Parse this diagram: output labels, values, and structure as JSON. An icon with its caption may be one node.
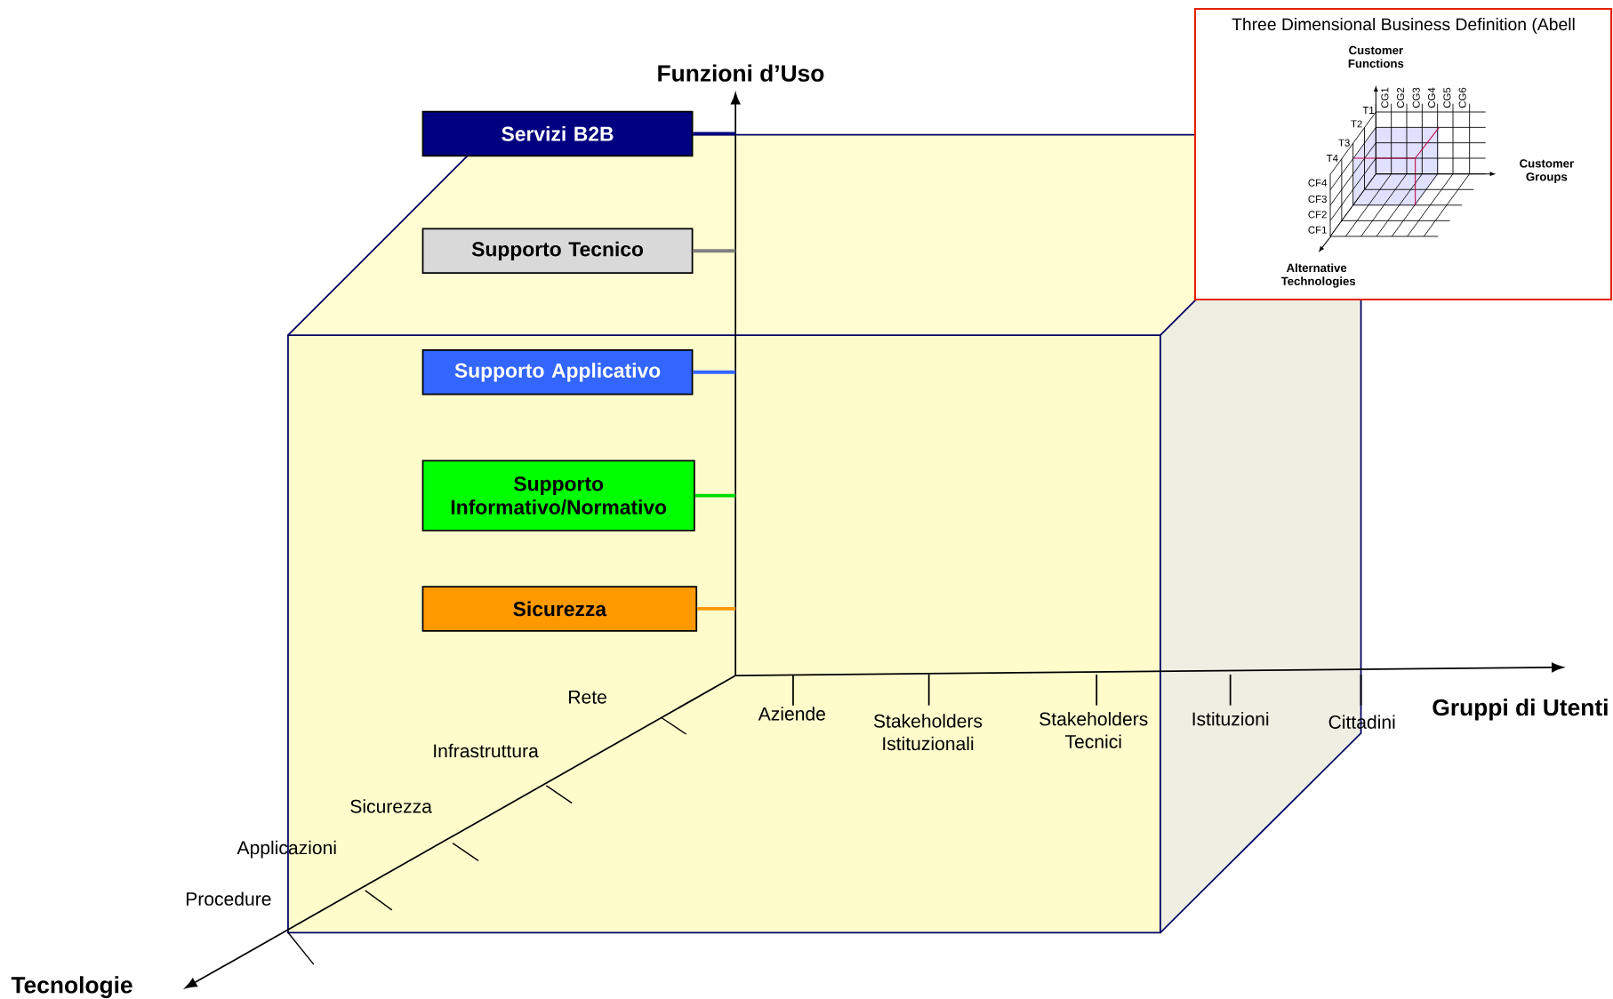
{
  "diagram": {
    "nodes": [
      {
        "text": [
          "Servizi B2B"
        ]
      },
      {
        "text": [
          "Supporto Tecnico"
        ]
      },
      {
        "text": [
          "Supporto Applicativo"
        ]
      },
      {
        "text": [
          "Supporto Informativo/Normativo"
        ]
      },
      {
        "text": [
          "Sicurezza"
        ]
      }
    ],
    "edges": [
      {
        "from": 0,
        "to": null,
        "arrow": "none",
        "color": "#000080"
      },
      {
        "from": 1,
        "to": null,
        "arrow": "none",
        "color": "#808080"
      },
      {
        "from": 2,
        "to": null,
        "arrow": "none",
        "color": "#3366ff"
      },
      {
        "from": 3,
        "to": null,
        "arrow": "none",
        "color": "#00dd00"
      },
      {
        "from": 4,
        "to": null,
        "arrow": "none",
        "color": "#ff9900"
      }
    ],
    "labels": [
      "Three Dimensional Business Definition (Abell",
      "Customer Functions",
      "CG1",
      "CG2",
      "CG3",
      "CG4",
      "CG5",
      "CG6",
      "T1",
      "T2",
      "T3",
      "T4",
      "Customer Groups",
      "CF4",
      "CF3",
      "CF2",
      "CF1",
      "Alternative Technologies",
      "Funzioni d’Uso",
      "Rete",
      "Aziende",
      "Stakeholders Istituzionali",
      "Stakeholders Tecnici",
      "Istituzioni",
      "Cittadini",
      "Gruppi di Utenti",
      "Infrastruttura",
      "Sicurezza",
      "Applicazioni",
      "Procedure",
      "Tecnologie"
    ]
  }
}
